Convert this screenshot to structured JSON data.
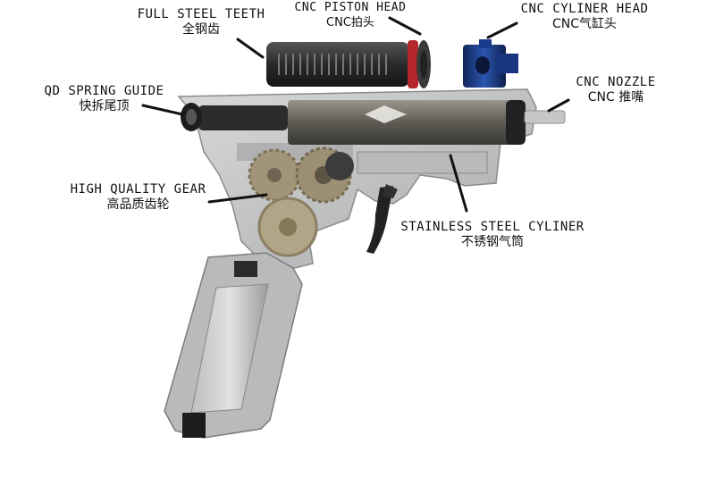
{
  "labels": {
    "full_steel_teeth": {
      "en": "FULL STEEL TEETH",
      "zh": "全钢齿"
    },
    "cnc_piston_head": {
      "en": "CNC PISTON HEAD",
      "zh": "CNC拍头"
    },
    "cnc_cylinder_head": {
      "en": "CNC CYLINER HEAD",
      "zh": "CNC气缸头"
    },
    "qd_spring_guide": {
      "en": "QD SPRING GUIDE",
      "zh": "快拆尾顶"
    },
    "cnc_nozzle": {
      "en": "CNC NOZZLE",
      "zh": "CNC 推嘴"
    },
    "high_quality_gear": {
      "en": "HIGH QUALITY GEAR",
      "zh": "高品质齿轮"
    },
    "stainless_steel_cylinder": {
      "en": "STAINLESS STEEL CYLINER",
      "zh": "不锈钢气筒"
    }
  },
  "colors": {
    "background": "#ffffff",
    "text": "#111111",
    "cylinder_head_blue": "#1e3f8f",
    "piston_red": "#b3262a",
    "metal_dark": "#3b3b3b",
    "metal_light": "#c9cacb",
    "gear_bronze": "#a89a7c"
  }
}
